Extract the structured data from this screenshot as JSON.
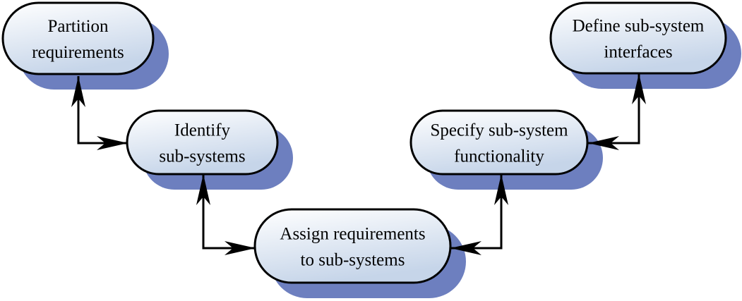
{
  "diagram": {
    "colors": {
      "shadow": "#6d7fbf",
      "node_fill_light": "#ffffff",
      "node_fill_dark": "#c6d5e9",
      "stroke": "#000000",
      "background": "#ffffff"
    },
    "nodes": [
      {
        "id": "partition",
        "lines": [
          "Partition",
          "requirements"
        ]
      },
      {
        "id": "identify",
        "lines": [
          "Identify",
          "sub-systems"
        ]
      },
      {
        "id": "assign",
        "lines": [
          "Assign requirements",
          "to sub-systems"
        ]
      },
      {
        "id": "specify",
        "lines": [
          "Specify sub-system",
          "functionality"
        ]
      },
      {
        "id": "define",
        "lines": [
          "Define sub-system",
          "interfaces"
        ]
      }
    ],
    "edges": [
      {
        "from": "partition",
        "to": "identify",
        "direction": "both"
      },
      {
        "from": "identify",
        "to": "assign",
        "direction": "both"
      },
      {
        "from": "assign",
        "to": "specify",
        "direction": "both"
      },
      {
        "from": "specify",
        "to": "define",
        "direction": "both"
      }
    ]
  }
}
